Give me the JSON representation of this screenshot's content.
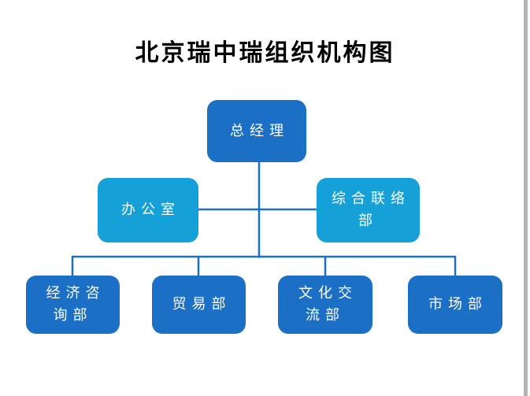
{
  "page": {
    "title": "北京瑞中瑞组织机构图"
  },
  "colors": {
    "level1_fill": "#1b6fc4",
    "level2_fill": "#15a0d8",
    "level3_fill": "#1b6fc4",
    "connector": "#1b6fc4",
    "title_color": "#000000",
    "page_background": "#ffffff",
    "right_strip": "#b3b3b3",
    "node_text": "#ffffff"
  },
  "nodes": {
    "root": {
      "label": "总经理",
      "level": 1
    },
    "office": {
      "label": "办公室",
      "level": 2
    },
    "liaison": {
      "label": "综合联络部",
      "level": 2
    },
    "econ": {
      "label": "经济咨询部",
      "level": 3
    },
    "trade": {
      "label": "贸易部",
      "level": 3
    },
    "culture": {
      "label": "文化交流部",
      "level": 3
    },
    "market": {
      "label": "市场部",
      "level": 3
    }
  },
  "structure": {
    "root_children": [
      "office",
      "liaison"
    ],
    "level3_children": [
      "econ",
      "trade",
      "culture",
      "market"
    ]
  }
}
